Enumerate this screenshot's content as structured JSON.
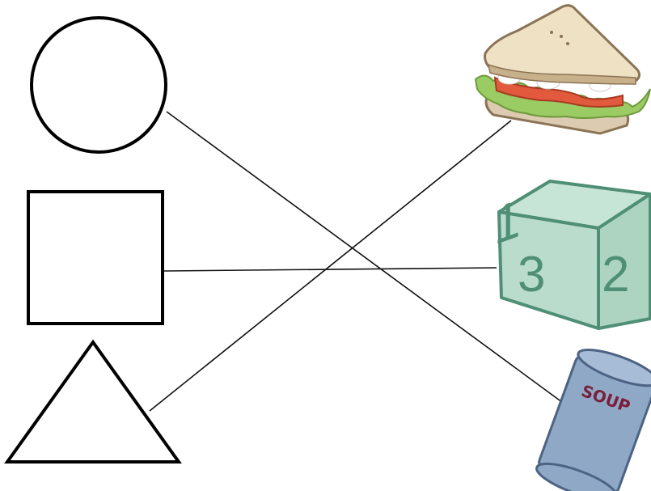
{
  "shapes": {
    "left": [
      "circle",
      "square",
      "triangle"
    ]
  },
  "objects": {
    "right": [
      "sandwich",
      "number-cube",
      "soup-can"
    ],
    "soup_can_label": "SOUP",
    "cube_digits": {
      "top": "1",
      "front": "3",
      "side": "2"
    }
  },
  "connections": [
    {
      "from": "circle",
      "to": "soup-can"
    },
    {
      "from": "square",
      "to": "number-cube"
    },
    {
      "from": "triangle",
      "to": "sandwich"
    }
  ],
  "colors": {
    "line": "#111111",
    "outline": "#000000",
    "cube_fill": "#b9dccc",
    "cube_stroke": "#4f8f76",
    "can_fill": "#8fa8c6",
    "can_stroke": "#4d6384",
    "soup_text": "#7a1f3a"
  }
}
